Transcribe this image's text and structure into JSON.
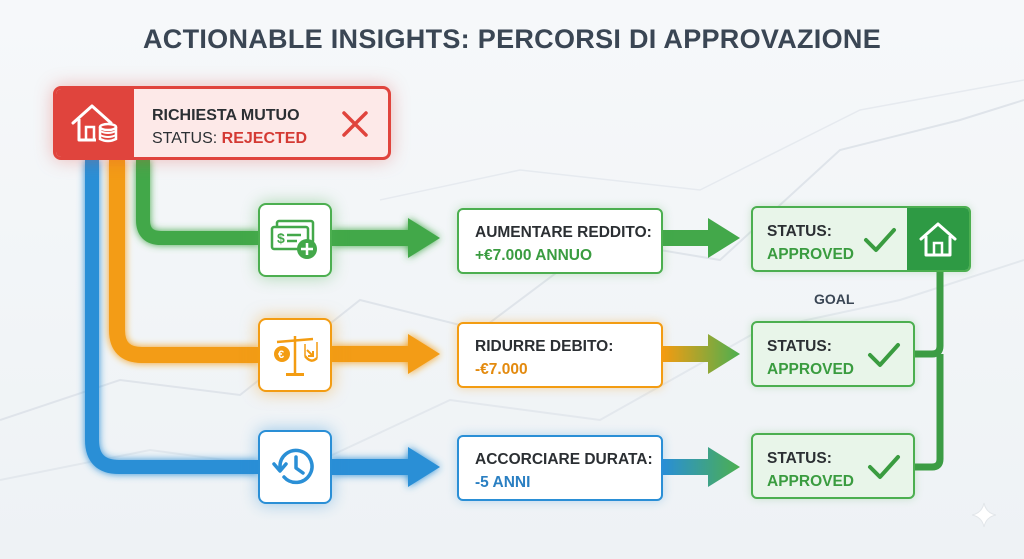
{
  "title": "ACTIONABLE INSIGHTS: PERCORSI DI APPROVAZIONE",
  "request": {
    "name": "RICHIESTA MUTUO",
    "status_label": "STATUS:",
    "status_value": "REJECTED",
    "icon": "house-coins-icon",
    "dismiss_icon": "close-icon"
  },
  "paths": [
    {
      "color": "#4caf50",
      "icon": "money-plus-icon",
      "action_title": "AUMENTARE REDDITO:",
      "action_value": "+€7.000 ANNUO",
      "status_label": "STATUS:",
      "status_value": "APPROVED"
    },
    {
      "color": "#f39c12",
      "icon": "scale-euro-icon",
      "action_title": "RIDURRE DEBITO:",
      "action_value": "-€7.000",
      "status_label": "STATUS:",
      "status_value": "APPROVED"
    },
    {
      "color": "#2a8fd6",
      "icon": "history-clock-icon",
      "action_title": "ACCORCIARE DURATA:",
      "action_value": "-5 ANNI",
      "status_label": "STATUS:",
      "status_value": "APPROVED"
    }
  ],
  "goal": {
    "label": "GOAL",
    "icon": "house-icon"
  },
  "colors": {
    "rejected": "#e0443d",
    "approved": "#4caf50",
    "title": "#3a4654"
  }
}
